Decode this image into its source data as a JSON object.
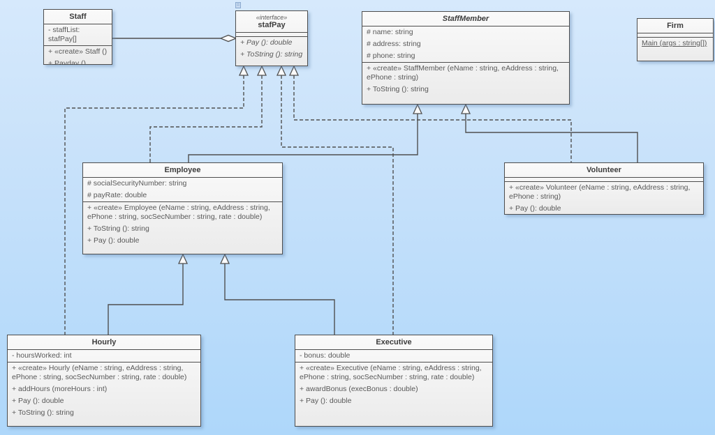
{
  "colors": {
    "background_top": "#d6e9fc",
    "background_bottom": "#aed7fa",
    "box_fill": "#f0f0f0",
    "box_border": "#4d4d4d",
    "title_text": "#3c3c3c",
    "member_text": "#585858",
    "connector": "#4f4f4f"
  },
  "classes": {
    "staff": {
      "title": "Staff",
      "attributes": [
        "- staffList: stafPay[]"
      ],
      "methods": [
        "+ «create» Staff ()",
        "+ Payday ()"
      ]
    },
    "stafpay": {
      "stereotype": "«interface»",
      "title": "stafPay",
      "methods": [
        "+ Pay (): double",
        "+ ToString (): string"
      ]
    },
    "staffmember": {
      "title": "StaffMember",
      "attributes": [
        "# name: string",
        "# address: string",
        "# phone: string"
      ],
      "methods": [
        "+ «create» StaffMember (eName : string, eAddress : string, ePhone : string)",
        "+ ToString (): string"
      ]
    },
    "firm": {
      "title": "Firm",
      "methods": [
        "Main (args : string[])"
      ]
    },
    "employee": {
      "title": "Employee",
      "attributes": [
        "# socialSecurityNumber: string",
        "# payRate: double"
      ],
      "methods": [
        "+ «create» Employee (eName : string, eAddress : string, ePhone : string, socSecNumber : string, rate : double)",
        "+ ToString (): string",
        "+ Pay (): double"
      ]
    },
    "volunteer": {
      "title": "Volunteer",
      "methods": [
        "+ «create» Volunteer (eName : string, eAddress : string, ePhone : string)",
        "+ Pay (): double"
      ]
    },
    "hourly": {
      "title": "Hourly",
      "attributes": [
        "- hoursWorked: int"
      ],
      "methods": [
        "+ «create» Hourly (eName : string, eAddress : string, ePhone : string, socSecNumber : string, rate : double)",
        "+ addHours (moreHours : int)",
        "+ Pay (): double",
        "+ ToString (): string"
      ]
    },
    "executive": {
      "title": "Executive",
      "attributes": [
        "- bonus: double"
      ],
      "methods": [
        "+ «create» Executive (eName : string, eAddress : string, ePhone : string, socSecNumber : string, rate : double)",
        "+ awardBonus (execBonus : double)",
        "+ Pay (): double"
      ]
    }
  },
  "relationships": [
    {
      "type": "aggregation",
      "from": "Staff",
      "to": "stafPay"
    },
    {
      "type": "realization",
      "from": "Hourly",
      "to": "stafPay"
    },
    {
      "type": "realization",
      "from": "Employee",
      "to": "stafPay"
    },
    {
      "type": "realization",
      "from": "Executive",
      "to": "stafPay"
    },
    {
      "type": "realization",
      "from": "Volunteer",
      "to": "stafPay"
    },
    {
      "type": "generalization",
      "from": "Employee",
      "to": "StaffMember"
    },
    {
      "type": "generalization",
      "from": "Volunteer",
      "to": "StaffMember"
    },
    {
      "type": "generalization",
      "from": "Hourly",
      "to": "Employee"
    },
    {
      "type": "generalization",
      "from": "Executive",
      "to": "Employee"
    }
  ],
  "icons": {
    "note_icon": "small blue note/diagram marker"
  }
}
